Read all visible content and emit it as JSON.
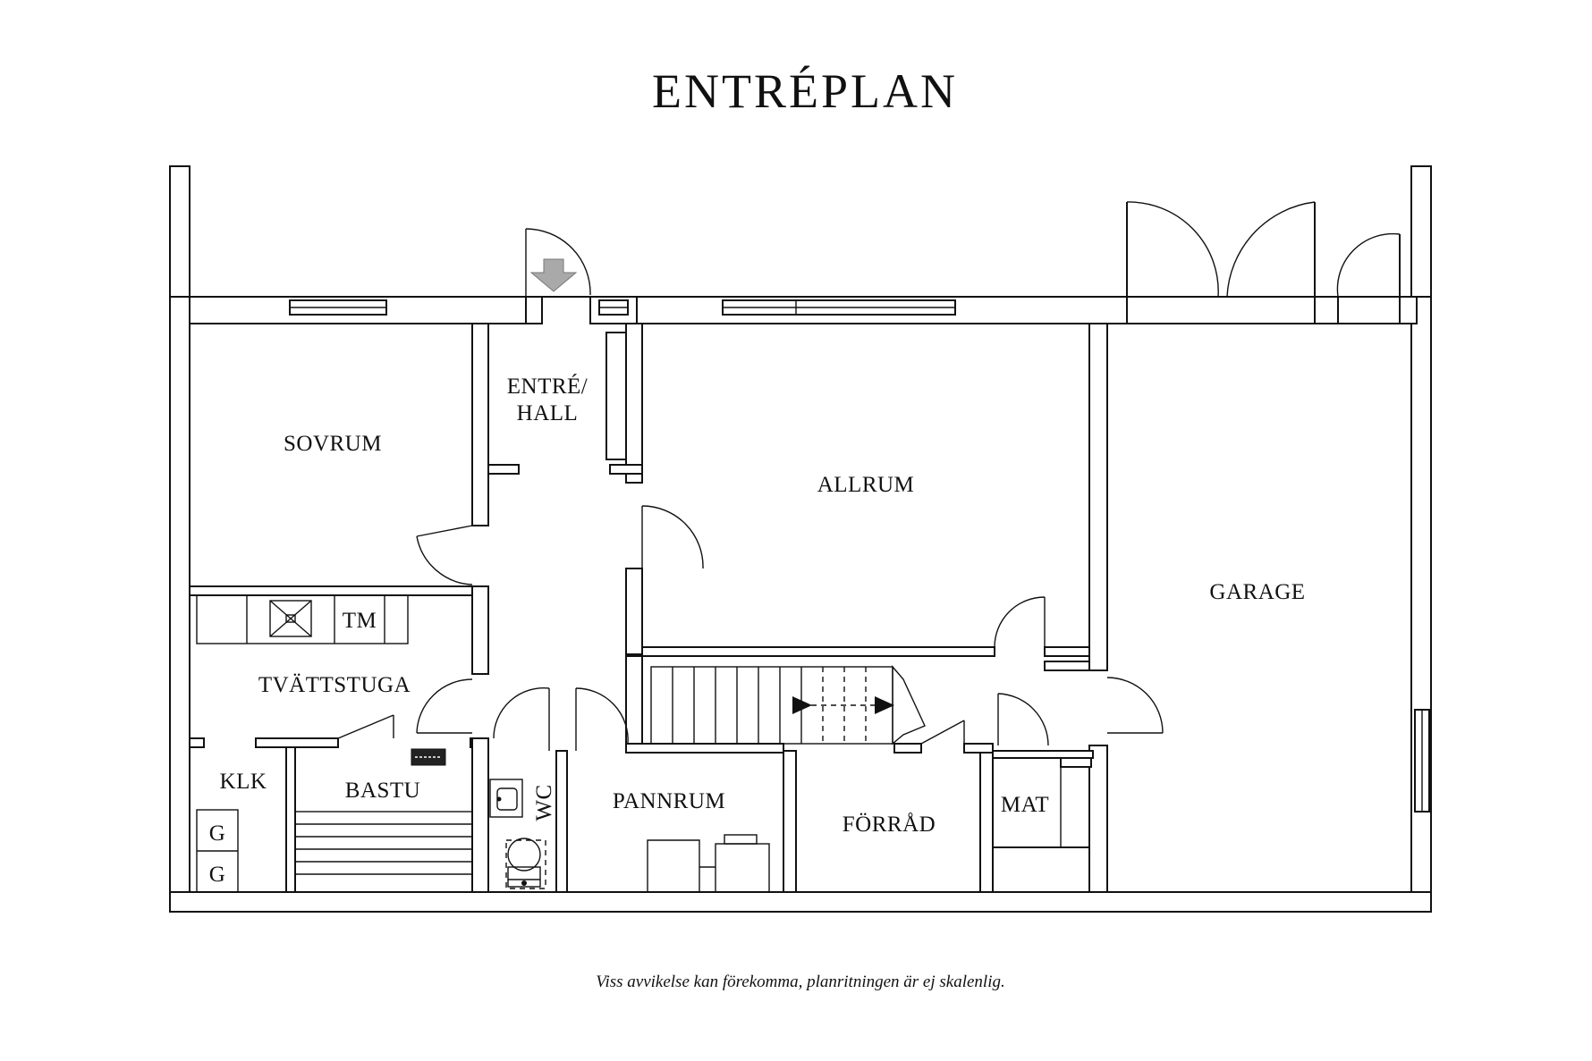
{
  "title": "ENTRÉPLAN",
  "footnote": "Viss avvikelse kan förekomma, planritningen är ej skalenlig.",
  "rooms": {
    "sovrum": "SOVRUM",
    "entre_line1": "ENTRÉ/",
    "entre_line2": "HALL",
    "allrum": "ALLRUM",
    "garage": "GARAGE",
    "tvattstuga": "TVÄTTSTUGA",
    "tm": "TM",
    "klk": "KLK",
    "bastu": "BASTU",
    "wc": "WC",
    "pannrum": "PANNRUM",
    "forrad": "FÖRRÅD",
    "mat": "MAT",
    "g1": "G",
    "g2": "G"
  },
  "icons": {
    "entrance": "entrance-arrow-icon",
    "stair_direction": "stair-arrow-icon",
    "washing_machine": "washing-machine-icon",
    "sauna_heater": "sauna-heater-icon",
    "toilet": "toilet-icon",
    "sink": "sink-icon"
  },
  "colors": {
    "line": "#111111",
    "entrance_arrow": "#a9a9a9"
  }
}
